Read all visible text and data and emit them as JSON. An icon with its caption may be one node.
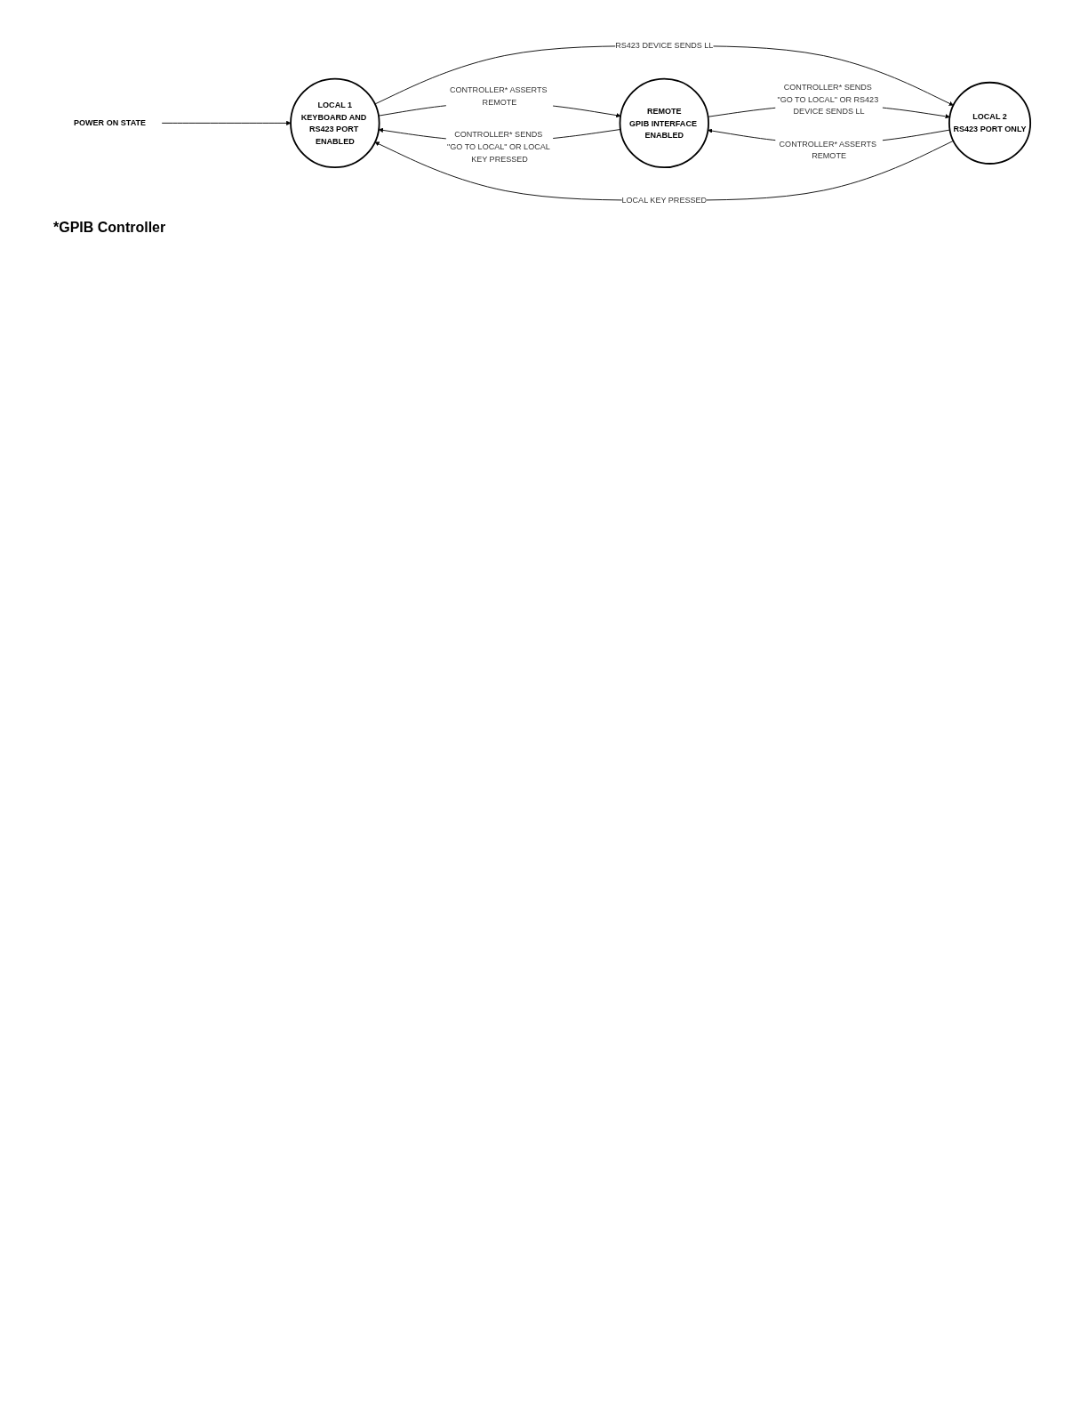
{
  "diagram": {
    "nodes": [
      {
        "text": [
          "POWER ON STATE"
        ]
      },
      {
        "text": [
          "LOCAL 1",
          "KEYBOARD AND RS423 PORT ENABLED"
        ]
      },
      {
        "text": [
          "REMOTE",
          "GPIB INTERFACE ENABLED"
        ]
      },
      {
        "text": [
          "LOCAL 2",
          "RS423 PORT ONLY"
        ]
      }
    ],
    "edges": [
      {
        "from": 0,
        "to": 1,
        "arrow": "to"
      },
      {
        "from": 1,
        "to": 2,
        "arrow": "to",
        "label": "CONTROLLER* ASSERTS REMOTE"
      },
      {
        "from": 2,
        "to": 1,
        "arrow": "to",
        "label": "CONTROLLER* SENDS \"GO TO LOCAL\" OR LOCAL KEY PRESSED"
      },
      {
        "from": 1,
        "to": 3,
        "arrow": "to",
        "label": "RS423 DEVICE SENDS LL"
      },
      {
        "from": 3,
        "to": 2,
        "arrow": "to",
        "label": "CONTROLLER* ASSERTS REMOTE"
      },
      {
        "from": 2,
        "to": 3,
        "arrow": "to",
        "label": "CONTROLLER* SENDS \"GO TO LOCAL\" OR RS423 DEVICE SENDS LL"
      },
      {
        "from": 3,
        "to": 1,
        "arrow": "to",
        "label": "LOCAL KEY PRESSED"
      }
    ],
    "labels": [
      "*GPIB Controller"
    ]
  }
}
